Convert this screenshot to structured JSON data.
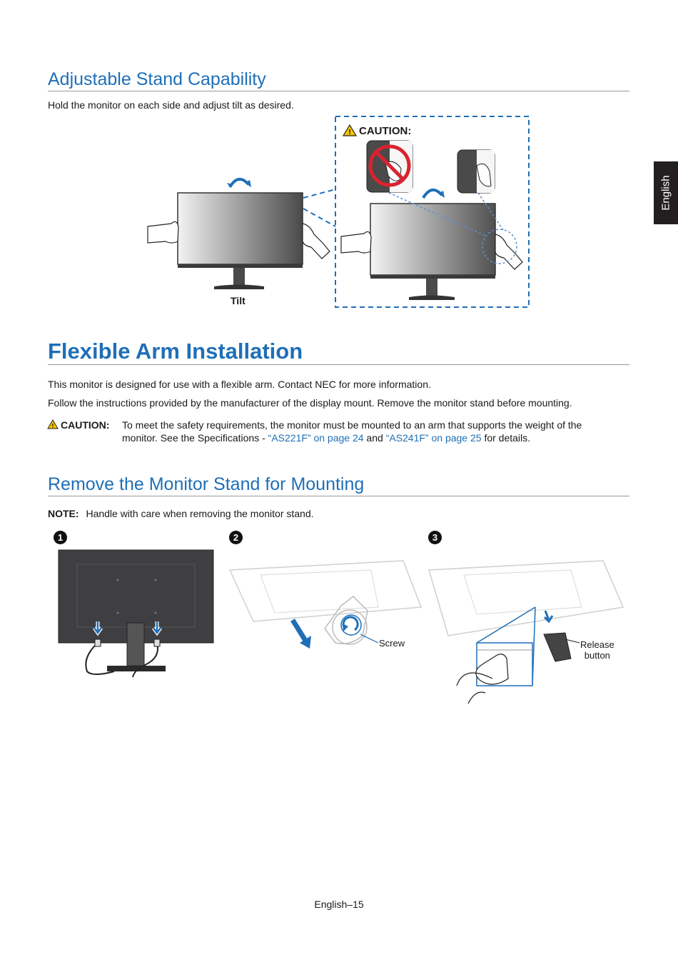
{
  "side_tab": "English",
  "section1": {
    "title": "Adjustable Stand Capability",
    "body": "Hold the monitor on each side and adjust tilt as desired.",
    "figure": {
      "caution_label": "CAUTION:",
      "tilt_label": "Tilt"
    }
  },
  "section2": {
    "title": "Flexible Arm Installation",
    "para1": "This monitor is designed for use with a flexible arm. Contact NEC for more information.",
    "para2": "Follow the instructions provided by the manufacturer of the display mount. Remove the monitor stand before mounting.",
    "caution": {
      "label": "CAUTION:",
      "text_a": "To meet the safety requirements, the monitor must be mounted to an arm that supports the weight of the",
      "text_b": "monitor. See the Specifications - ",
      "link1": "“AS221F” on page 24",
      "and": " and ",
      "link2": "“AS241F” on page 25",
      "tail": " for details."
    }
  },
  "section3": {
    "title": "Remove the Monitor Stand for Mounting",
    "note_label": "NOTE:",
    "note_text": "Handle with care when removing the monitor stand.",
    "steps": [
      "1",
      "2",
      "3"
    ],
    "screw_label": "Screw",
    "release_label_1": "Release",
    "release_label_2": "button"
  },
  "footer": "English–15",
  "colors": {
    "accent": "#1f6fb7",
    "warning": "#f5c400",
    "prohibit": "#d9232e"
  }
}
